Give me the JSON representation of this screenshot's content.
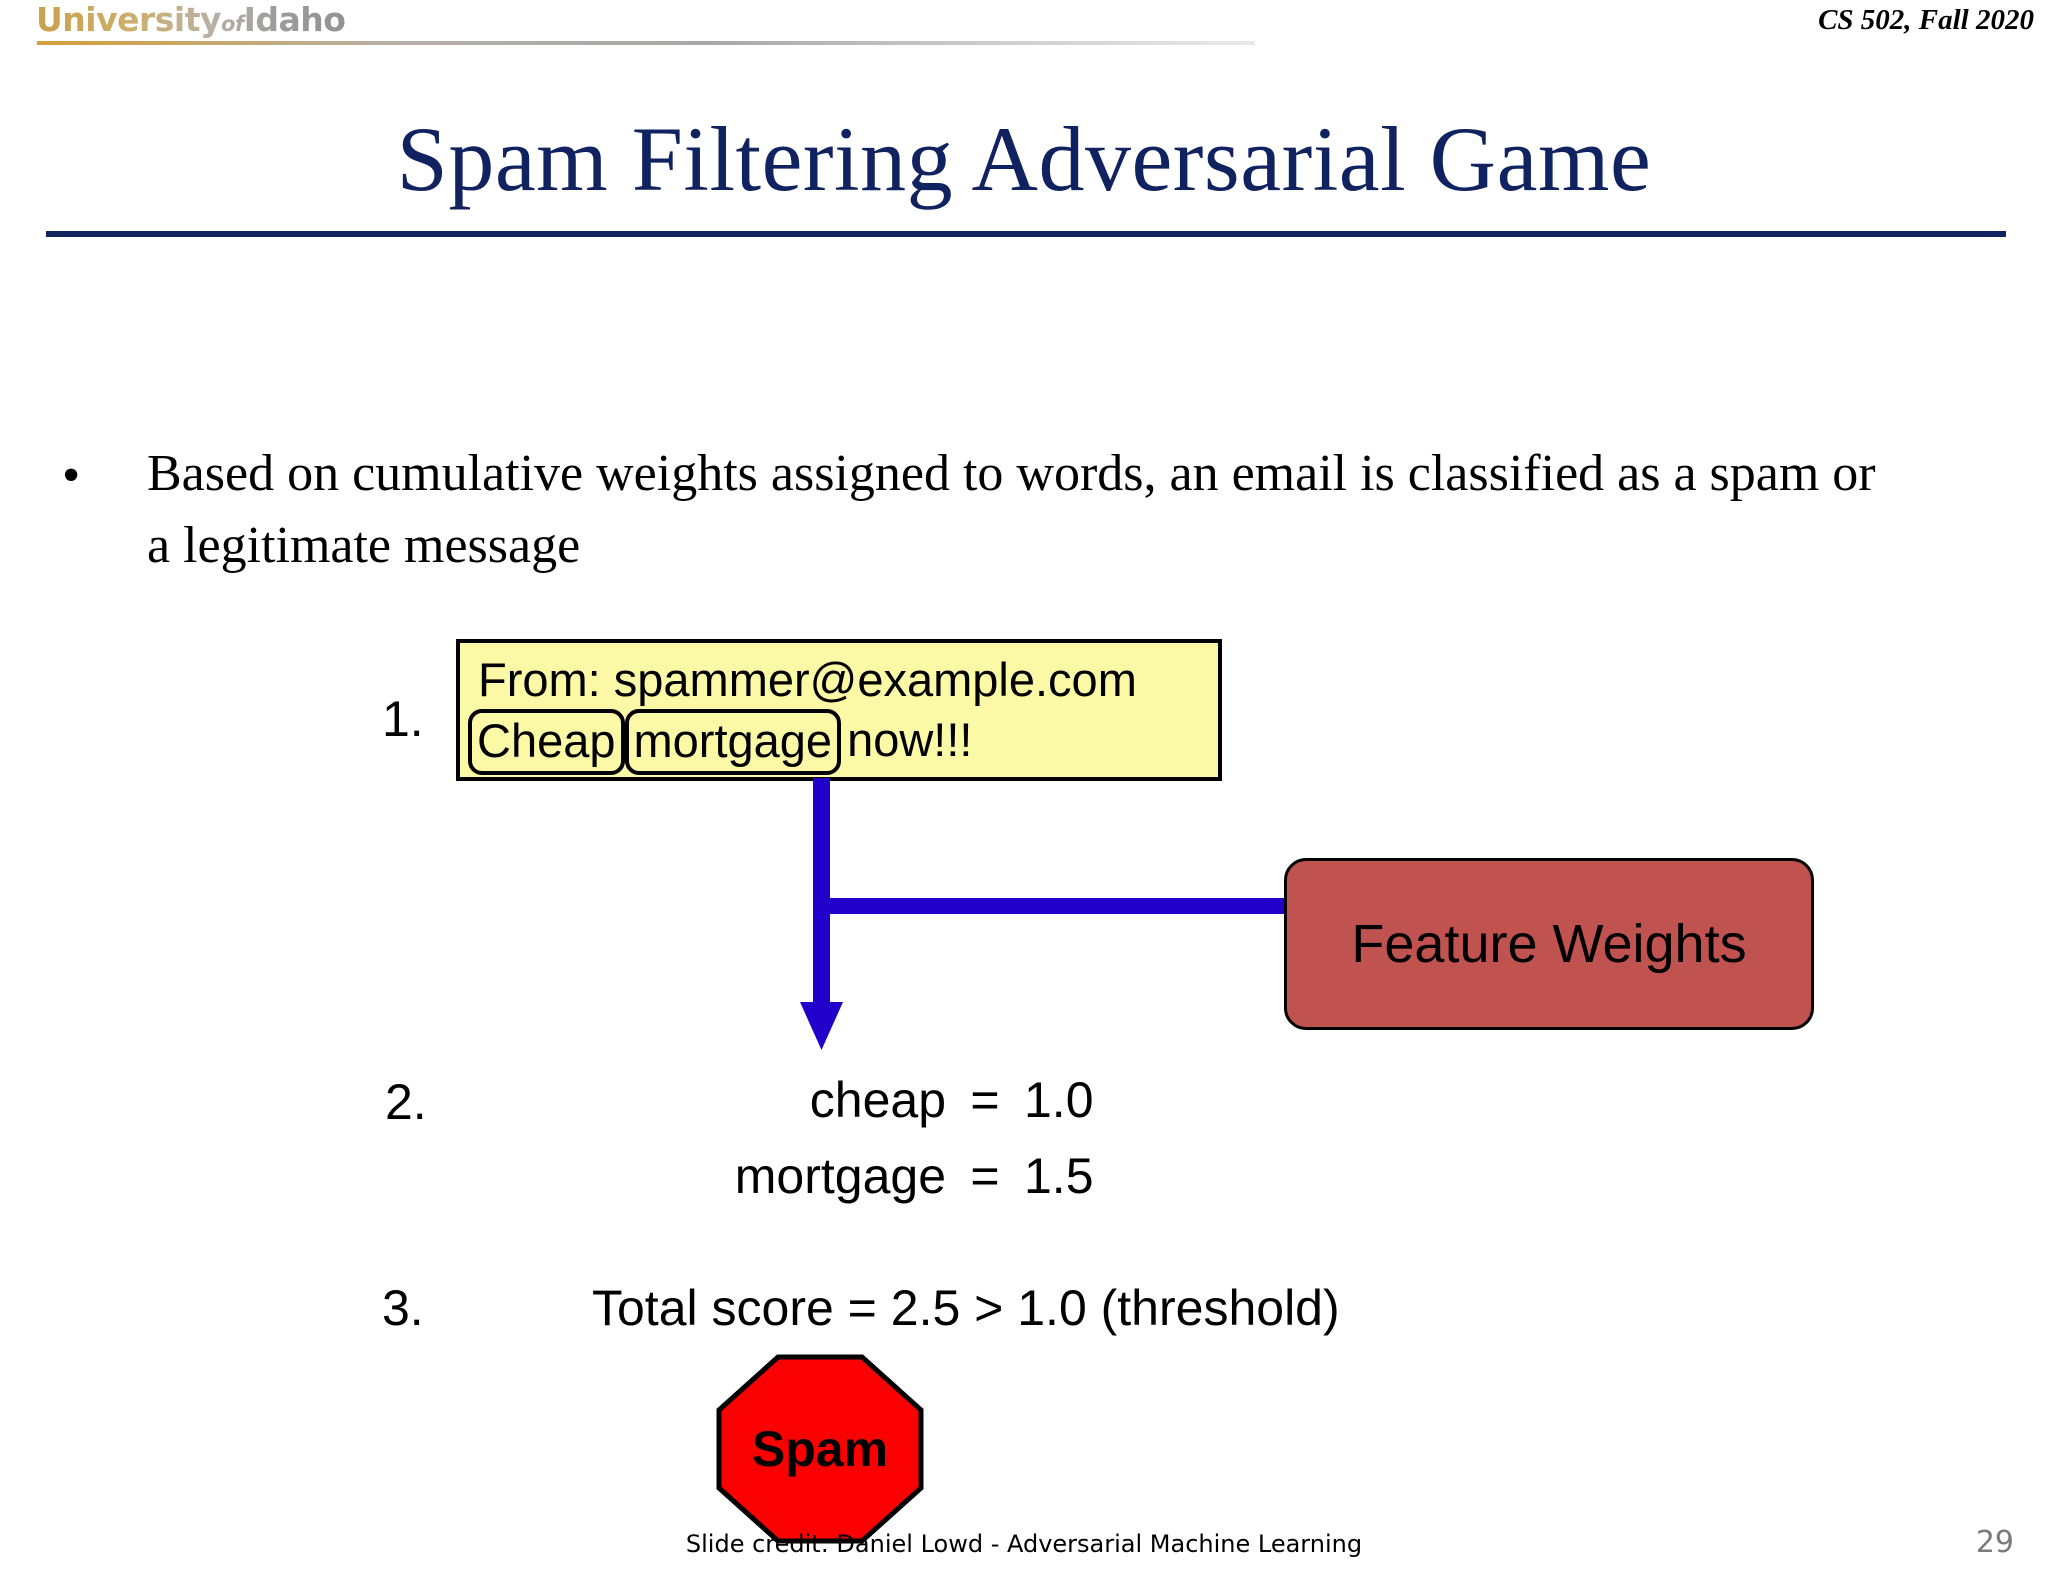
{
  "header": {
    "logo_text_a": "University",
    "logo_text_of": "of",
    "logo_text_b": "Idaho",
    "course_label": "CS 502, Fall 2020"
  },
  "title": "Spam Filtering Adversarial Game",
  "bullet": {
    "marker": "•",
    "text": "Based on cumulative weights assigned to words, an email is classified as a spam or a legitimate message"
  },
  "steps": {
    "one": "1.",
    "two": "2.",
    "three": "3."
  },
  "email": {
    "from_line": "From: spammer@example.com",
    "token_cheap": "Cheap",
    "token_mortgage": "mortgage",
    "trailing": "now!!!"
  },
  "feature_weights_box": {
    "label": "Feature Weights",
    "fill": "#c0534f",
    "border": "#000000"
  },
  "arrow": {
    "color": "#2200cc"
  },
  "weights": [
    {
      "name": "cheap",
      "eq": "=",
      "value": "1.0"
    },
    {
      "name": "mortgage",
      "eq": "=",
      "value": "1.5"
    }
  ],
  "total_score_line": "Total score =  2.5  > 1.0 (threshold)",
  "verdict": {
    "label": "Spam",
    "fill": "#fa0000",
    "border": "#000000"
  },
  "footer": {
    "credit": "Slide credit: Daniel Lowd - Adversarial Machine Learning",
    "page_number": "29"
  },
  "colors": {
    "title": "#10225f",
    "email_box_fill": "#fbf9a6",
    "page_number": "#7b7b7b"
  }
}
